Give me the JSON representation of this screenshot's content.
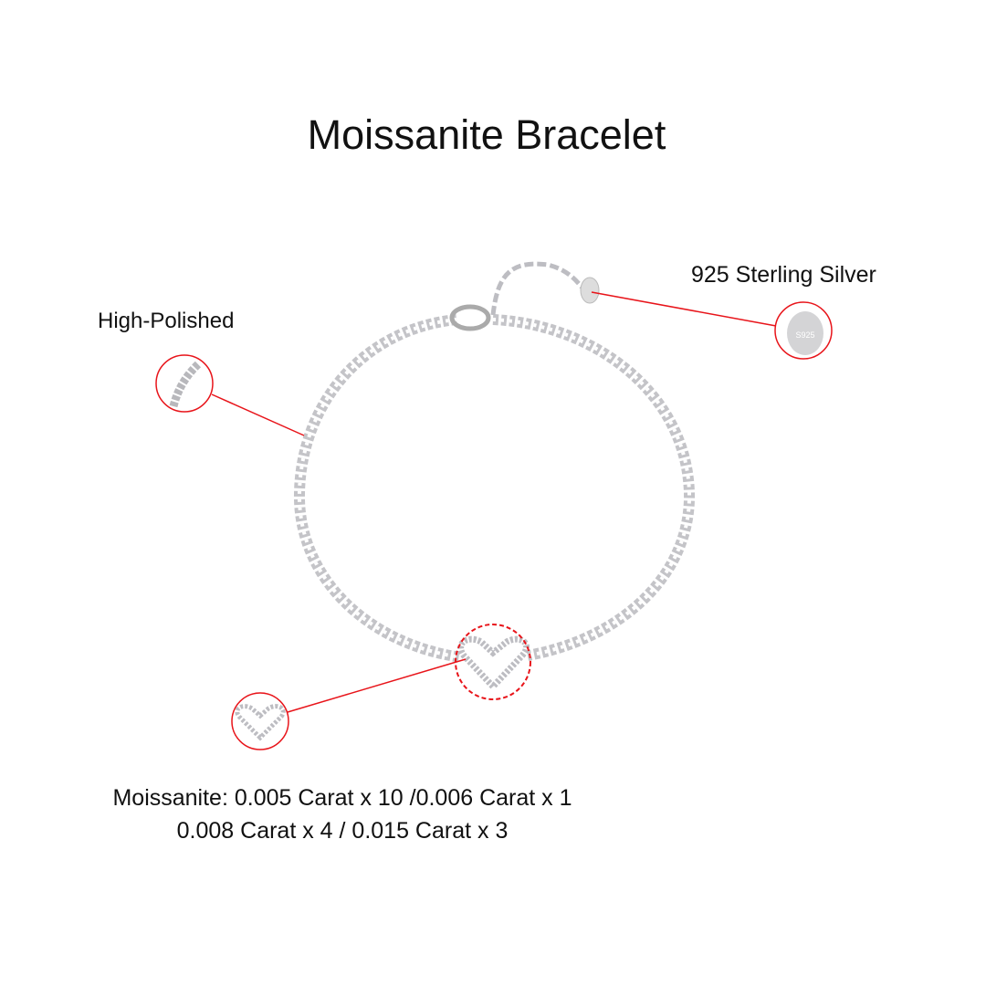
{
  "title": "Moissanite Bracelet",
  "callouts": {
    "polish": "High-Polished",
    "material": "925 Sterling Silver",
    "stamp_text": "S925"
  },
  "specs": {
    "line1": "Moissanite: 0.005 Carat x 10 /0.006 Carat x 1",
    "line2": "0.008 Carat x 4 / 0.015 Carat x 3"
  },
  "colors": {
    "callout": "#e8141a",
    "silver": "#b8b8bc"
  }
}
